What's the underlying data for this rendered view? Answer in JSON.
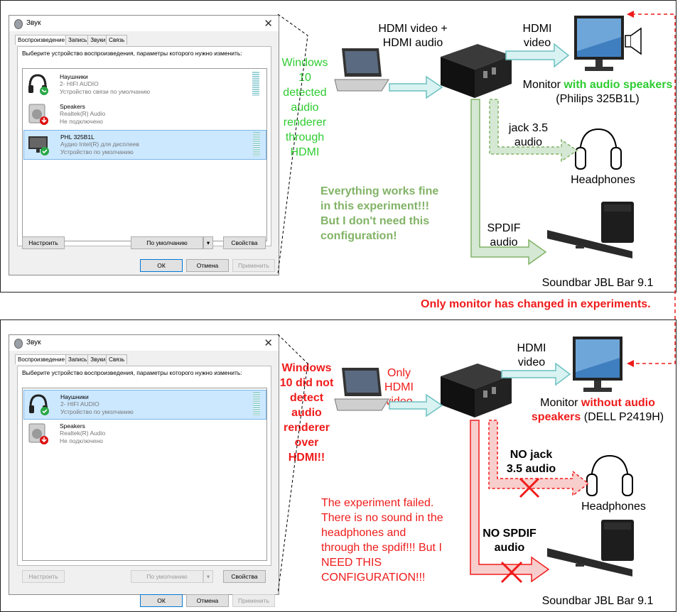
{
  "dialog": {
    "title": "Звук",
    "tabs": [
      "Воспроизведение",
      "Запись",
      "Звуки",
      "Связь"
    ],
    "instruction": "Выберите устройство воспроизведения, параметры которого нужно изменить:",
    "configure": "Настроить",
    "default": "По умолчанию",
    "properties": "Свойства",
    "ok": "ОК",
    "cancel": "Отмена",
    "apply": "Применить"
  },
  "top": {
    "devices": [
      {
        "name": "Наушники",
        "line1": "2- HIFI AUDIO",
        "line2": "Устройство связи по умолчанию",
        "selected": false,
        "icon": "headphones-icon",
        "badge": "phone-badge"
      },
      {
        "name": "Speakers",
        "line1": "Realtek(R) Audio",
        "line2": "Не подключено",
        "selected": false,
        "icon": "speaker-icon",
        "badge": "disconnected-badge"
      },
      {
        "name": "PHL 325B1L",
        "line1": "Аудио Intel(R) для дисплеев",
        "line2": "Устройство по умолчанию",
        "selected": true,
        "icon": "monitor-icon",
        "badge": "check-badge"
      }
    ],
    "left_note": "Windows 10 detected audio renderer through HDMI",
    "laptop_label": "HDMI video + HDMI audio",
    "hdmi_label": "HDMI video",
    "monitor_prefix": "Monitor ",
    "monitor_highlight": "with audio speakers",
    "monitor_suffix": " (Philips 325B1L)",
    "jack_label": "jack 3.5 audio",
    "headphones": "Headphones",
    "spdif_label": "SPDIF audio",
    "soundbar": "Soundbar JBL Bar 9.1",
    "status": "Everything works fine in this experiment!!! But I don't need this configuration!"
  },
  "middle_note": "Only monitor has changed in experiments.",
  "bottom": {
    "devices": [
      {
        "name": "Наушники",
        "line1": "2- HIFI AUDIO",
        "line2": "Устройство по умолчанию",
        "selected": true,
        "icon": "headphones-icon",
        "badge": "check-badge"
      },
      {
        "name": "Speakers",
        "line1": "Realtek(R) Audio",
        "line2": "Не подключено",
        "selected": false,
        "icon": "speaker-icon",
        "badge": "disconnected-badge"
      }
    ],
    "left_note": "Windows 10 did not detect audio renderer over HDMI!!",
    "laptop_label": "Only HDMI video",
    "hdmi_label": "HDMI video",
    "monitor_prefix": "Monitor ",
    "monitor_highlight": "without audio speakers",
    "monitor_suffix": " (DELL P2419H)",
    "jack_label": "NO jack 3.5 audio",
    "headphones": "Headphones",
    "spdif_label": "NO SPDIF audio",
    "soundbar": "Soundbar JBL Bar 9.1",
    "status": "The experiment failed. There is no sound in the headphones and through the spdif!!! But I NEED THIS CONFIGURATION!!!"
  },
  "colors": {
    "green_text": "#2ecc31",
    "status_green": "#82b366",
    "red": "#ef1b1b",
    "cyan_arrow": "#d9f2f2",
    "green_arrow": "#d5e8d4",
    "red_arrow": "#f8cecc"
  }
}
